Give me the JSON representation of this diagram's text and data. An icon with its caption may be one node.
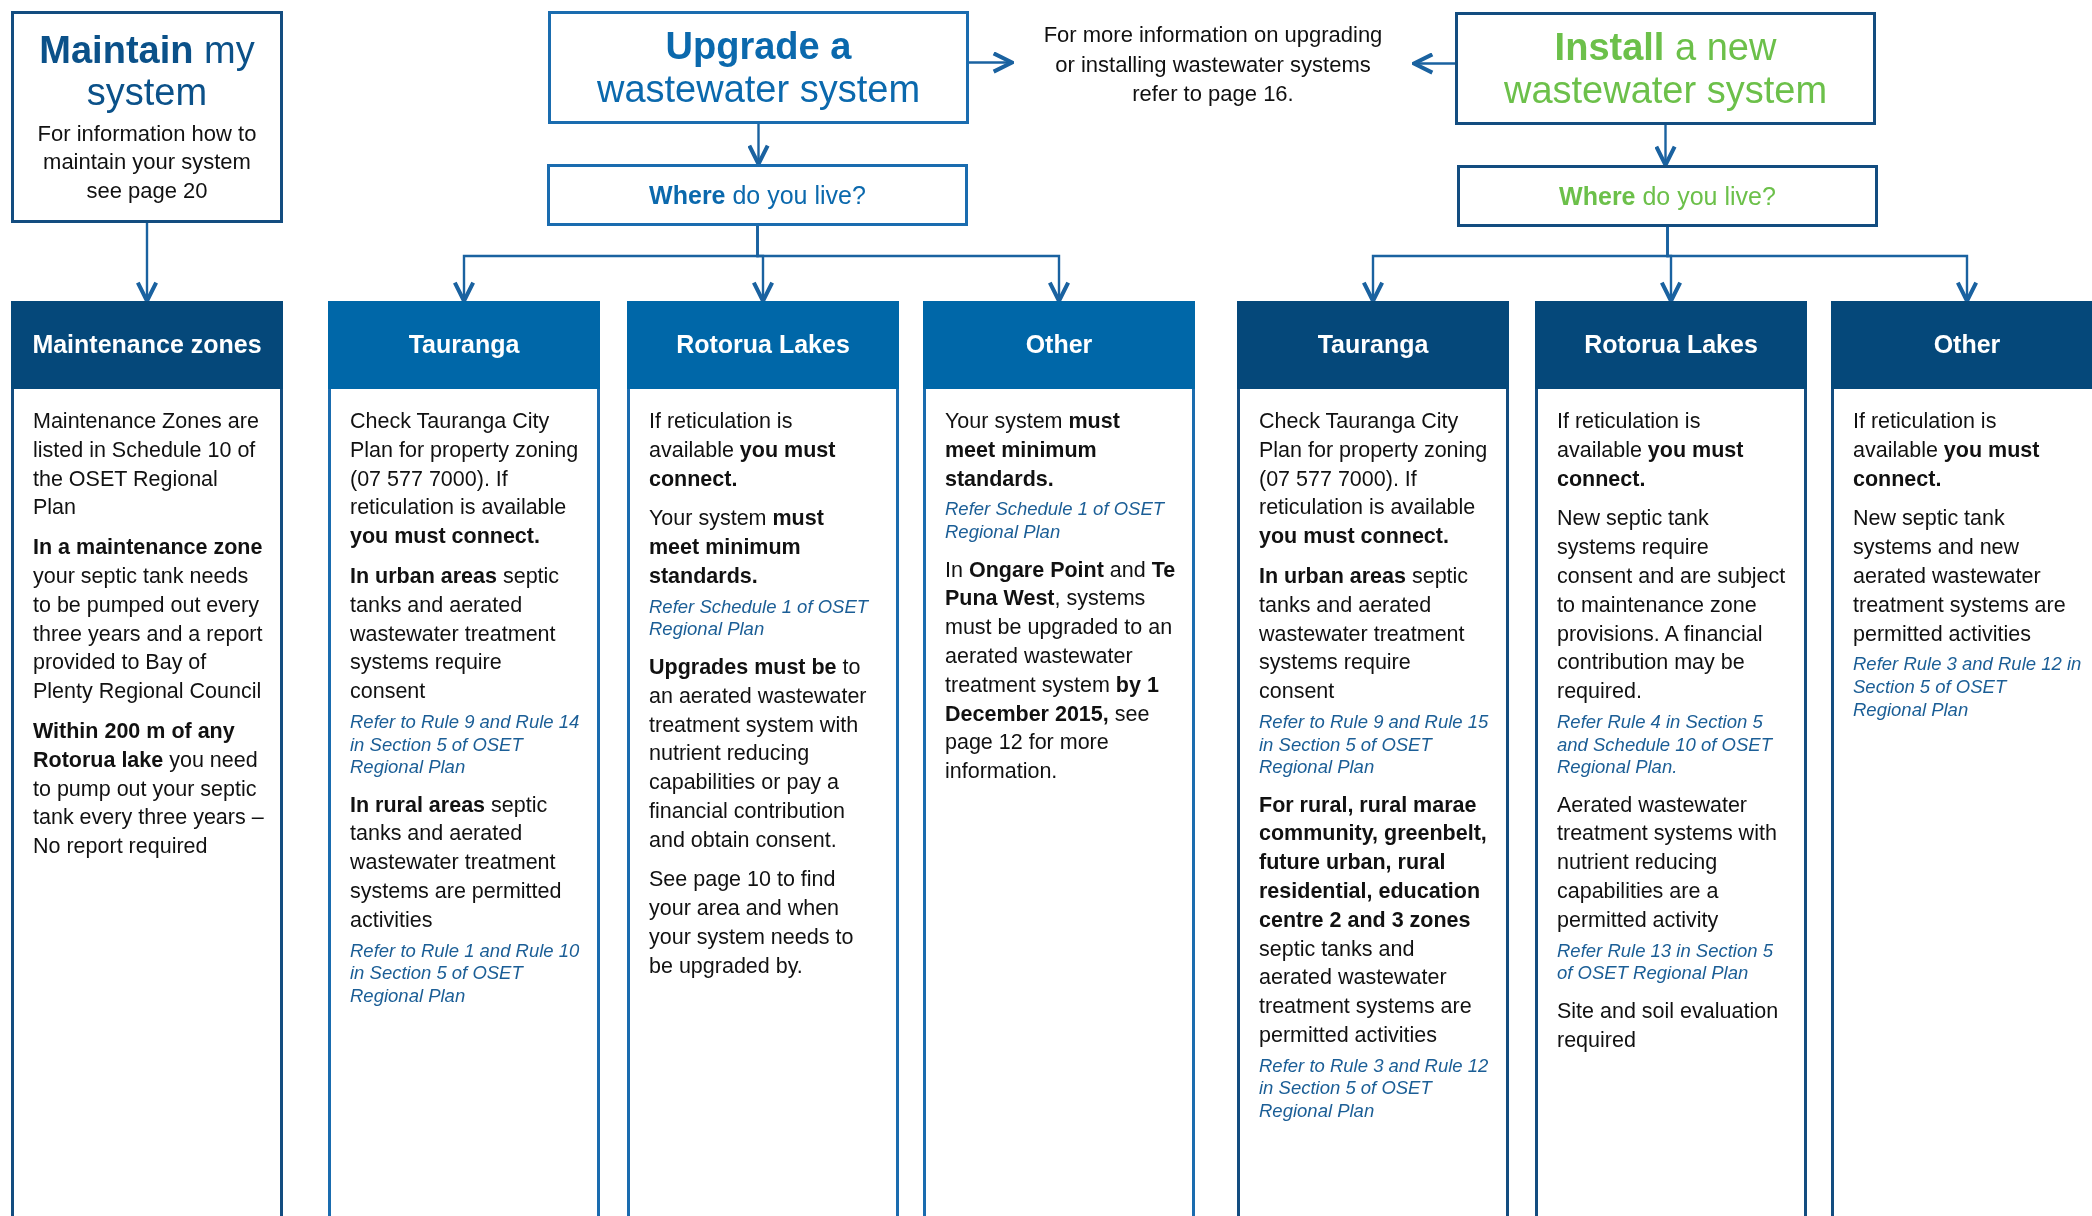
{
  "diagram": {
    "nodes": [
      {
        "text": [
          "**Maintain** my system",
          "For information how to maintain your system see page 20"
        ]
      },
      {
        "text": [
          "**Upgrade a** wastewater system"
        ]
      },
      {
        "text": [
          "For more information on upgrading or installing wastewater systems refer to page 16."
        ]
      },
      {
        "text": [
          "**Install** a new wastewater system"
        ]
      },
      {
        "text": [
          "**Where** do you live?"
        ]
      },
      {
        "text": [
          "**Where** do you live?"
        ]
      },
      {
        "text": [
          "Maintenance zones",
          "Maintenance Zones are listed in Schedule 10 of the OSET Regional Plan",
          "**In a maintenance zone** your septic tank needs to be pumped out every three years and a report provided to Bay of Plenty Regional Council",
          "**Within 200 m of any Rotorua lake** you need to pump out your septic tank every three years – No report required"
        ]
      },
      {
        "text": [
          "Tauranga",
          "Check Tauranga City Plan for property zoning (07 577 7000). If reticulation is available **you must connect.**",
          "**In urban areas** septic tanks and aerated wastewater treatment systems require consent",
          "Refer to Rule 9 and Rule 14 in Section 5 of OSET Regional Plan",
          "**In rural areas** septic tanks and aerated wastewater treatment systems are permitted activities",
          "Refer to Rule 1 and Rule 10 in Section 5 of OSET Regional Plan"
        ]
      },
      {
        "text": [
          "Rotorua Lakes",
          "If reticulation is available **you must connect.**",
          "Your system **must meet minimum standards.**",
          "Refer Schedule 1 of OSET Regional Plan",
          "**Upgrades must be** to an aerated wastewater treatment system with nutrient reducing capabilities or pay a financial contribution and obtain consent.",
          "See page 10 to find your area and when your system needs to be upgraded by."
        ]
      },
      {
        "text": [
          "Other",
          "Your system **must meet minimum standards.**",
          "Refer Schedule 1 of OSET Regional Plan",
          "In **Ongare Point** and **Te Puna West**, systems must be upgraded to an aerated wastewater treatment system **by 1 December 2015,** see page 12 for more information."
        ]
      },
      {
        "text": [
          "Tauranga",
          "Check Tauranga City Plan for property zoning (07 577 7000). If reticulation is available **you must connect.**",
          "**In urban areas** septic tanks and aerated wastewater treatment systems require consent",
          "Refer to Rule 9 and Rule 15 in Section 5 of OSET Regional Plan",
          "**For rural, rural marae community, greenbelt, future urban, rural residential, education centre 2 and 3 zones** septic tanks and aerated wastewater treatment systems are permitted activities",
          "Refer to Rule 3 and Rule 12 in Section 5 of OSET Regional Plan"
        ]
      },
      {
        "text": [
          "Rotorua Lakes",
          "If reticulation is available **you must connect.**",
          "New septic tank systems require consent and are subject to maintenance zone provisions. A financial contribution may be required.",
          "Refer Rule 4 in Section 5 and Schedule 10 of OSET Regional Plan.",
          "Aerated wastewater treatment systems with nutrient reducing capabilities are a permitted activity",
          "Refer Rule 13 in Section 5 of OSET Regional Plan",
          "Site and soil evaluation required"
        ]
      },
      {
        "text": [
          "Other",
          "If reticulation is available **you must connect.**",
          "New septic tank systems and new aerated wastewater treatment systems are permitted activities",
          "Refer Rule 3 and Rule 12 in Section 5 of OSET Regional Plan"
        ]
      }
    ],
    "edges": [
      {
        "from": 0,
        "to": 6,
        "arrow": "to"
      },
      {
        "from": 1,
        "to": 2,
        "arrow": "to"
      },
      {
        "from": 1,
        "to": 4,
        "arrow": "to"
      },
      {
        "from": 3,
        "to": 2,
        "arrow": "to"
      },
      {
        "from": 3,
        "to": 5,
        "arrow": "to"
      },
      {
        "from": 4,
        "to": 7,
        "arrow": "to"
      },
      {
        "from": 4,
        "to": 8,
        "arrow": "to"
      },
      {
        "from": 4,
        "to": 9,
        "arrow": "to"
      },
      {
        "from": 5,
        "to": 10,
        "arrow": "to"
      },
      {
        "from": 5,
        "to": 11,
        "arrow": "to"
      },
      {
        "from": 5,
        "to": 12,
        "arrow": "to"
      }
    ]
  }
}
